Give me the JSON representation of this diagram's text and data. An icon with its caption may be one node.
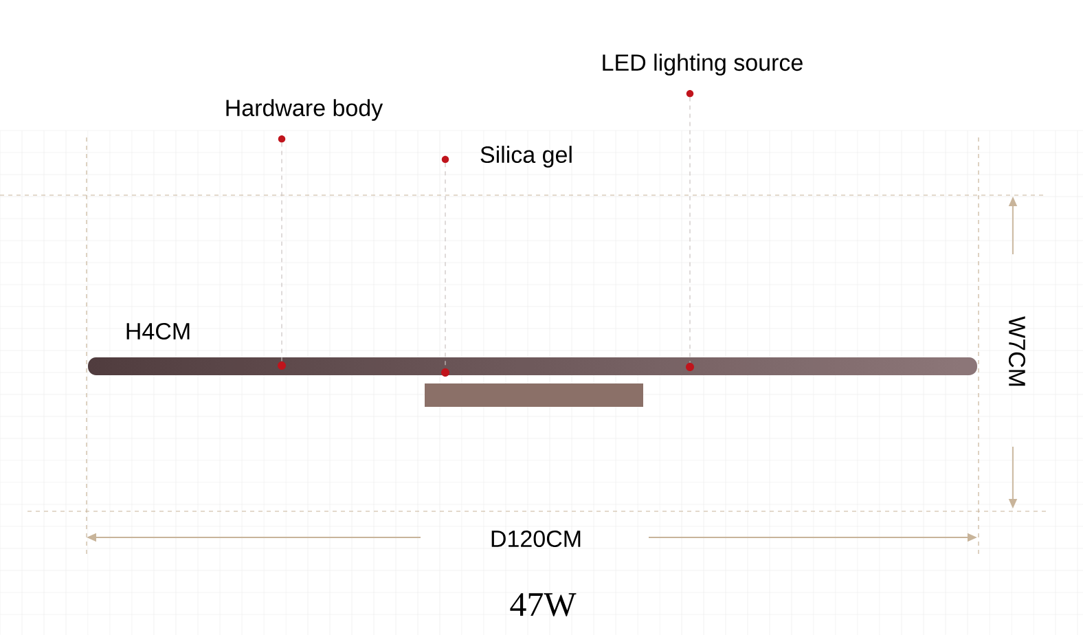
{
  "diagram": {
    "nodes": [
      {
        "text": [
          "Hardware body"
        ]
      },
      {
        "text": [
          "Silica gel"
        ]
      },
      {
        "text": [
          "LED lighting source"
        ]
      },
      {
        "text": [],
        "shape": "circle"
      },
      {
        "text": [],
        "shape": "circle"
      },
      {
        "text": [],
        "shape": "circle"
      }
    ],
    "edges": [
      {
        "from": 0,
        "to": 3,
        "arrow": "none"
      },
      {
        "from": 1,
        "to": 4,
        "arrow": "none"
      },
      {
        "from": 2,
        "to": 5,
        "arrow": "none"
      }
    ],
    "labels": [
      "H4CM",
      "W7CM",
      "D120CM",
      "47W"
    ]
  }
}
